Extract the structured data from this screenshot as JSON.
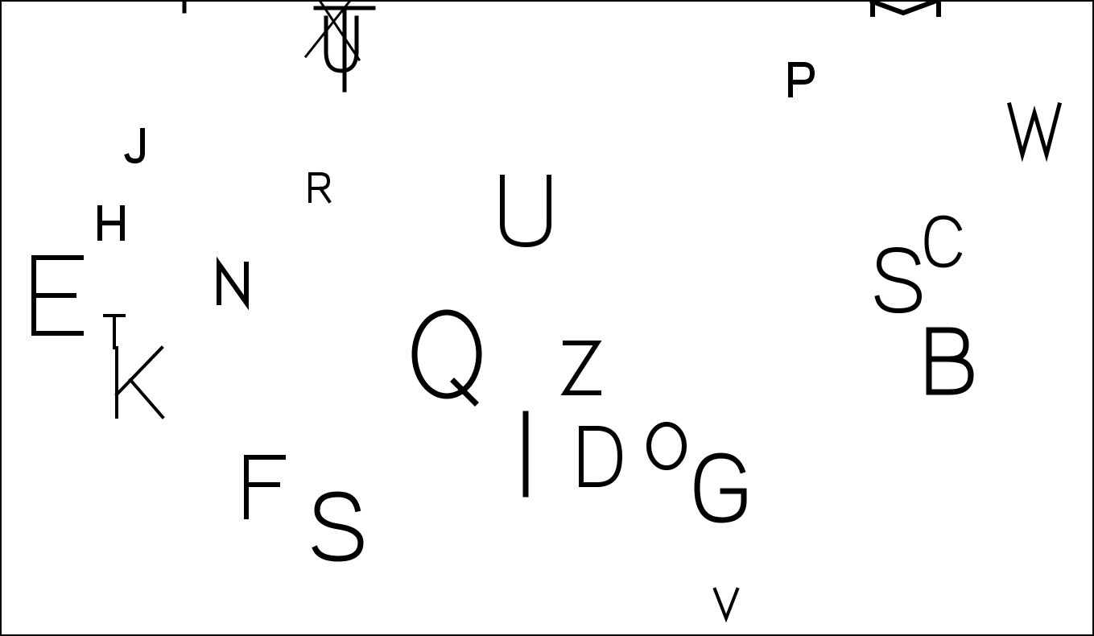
{
  "letters": [
    {
      "id": "letter-top-t",
      "char": "T"
    },
    {
      "id": "letter-top-u",
      "char": "U"
    },
    {
      "id": "letter-top-x",
      "char": "X"
    },
    {
      "id": "letter-top-m",
      "char": "M"
    },
    {
      "id": "letter-top-left-fragment",
      "char": "I"
    },
    {
      "id": "letter-p",
      "char": "P"
    },
    {
      "id": "letter-w",
      "char": "W"
    },
    {
      "id": "letter-j",
      "char": "J"
    },
    {
      "id": "letter-r",
      "char": "R"
    },
    {
      "id": "letter-h",
      "char": "H"
    },
    {
      "id": "letter-u-large",
      "char": "U"
    },
    {
      "id": "letter-c",
      "char": "C"
    },
    {
      "id": "letter-e",
      "char": "E"
    },
    {
      "id": "letter-n",
      "char": "N"
    },
    {
      "id": "letter-s-right",
      "char": "S"
    },
    {
      "id": "letter-t-small",
      "char": "T"
    },
    {
      "id": "letter-k",
      "char": "K"
    },
    {
      "id": "letter-q",
      "char": "Q"
    },
    {
      "id": "letter-z",
      "char": "Z"
    },
    {
      "id": "letter-b",
      "char": "B"
    },
    {
      "id": "letter-i",
      "char": "I"
    },
    {
      "id": "letter-d",
      "char": "D"
    },
    {
      "id": "letter-o",
      "char": "O"
    },
    {
      "id": "letter-g",
      "char": "G"
    },
    {
      "id": "letter-f",
      "char": "F"
    },
    {
      "id": "letter-s-bottom",
      "char": "S"
    },
    {
      "id": "letter-v",
      "char": "V"
    }
  ]
}
